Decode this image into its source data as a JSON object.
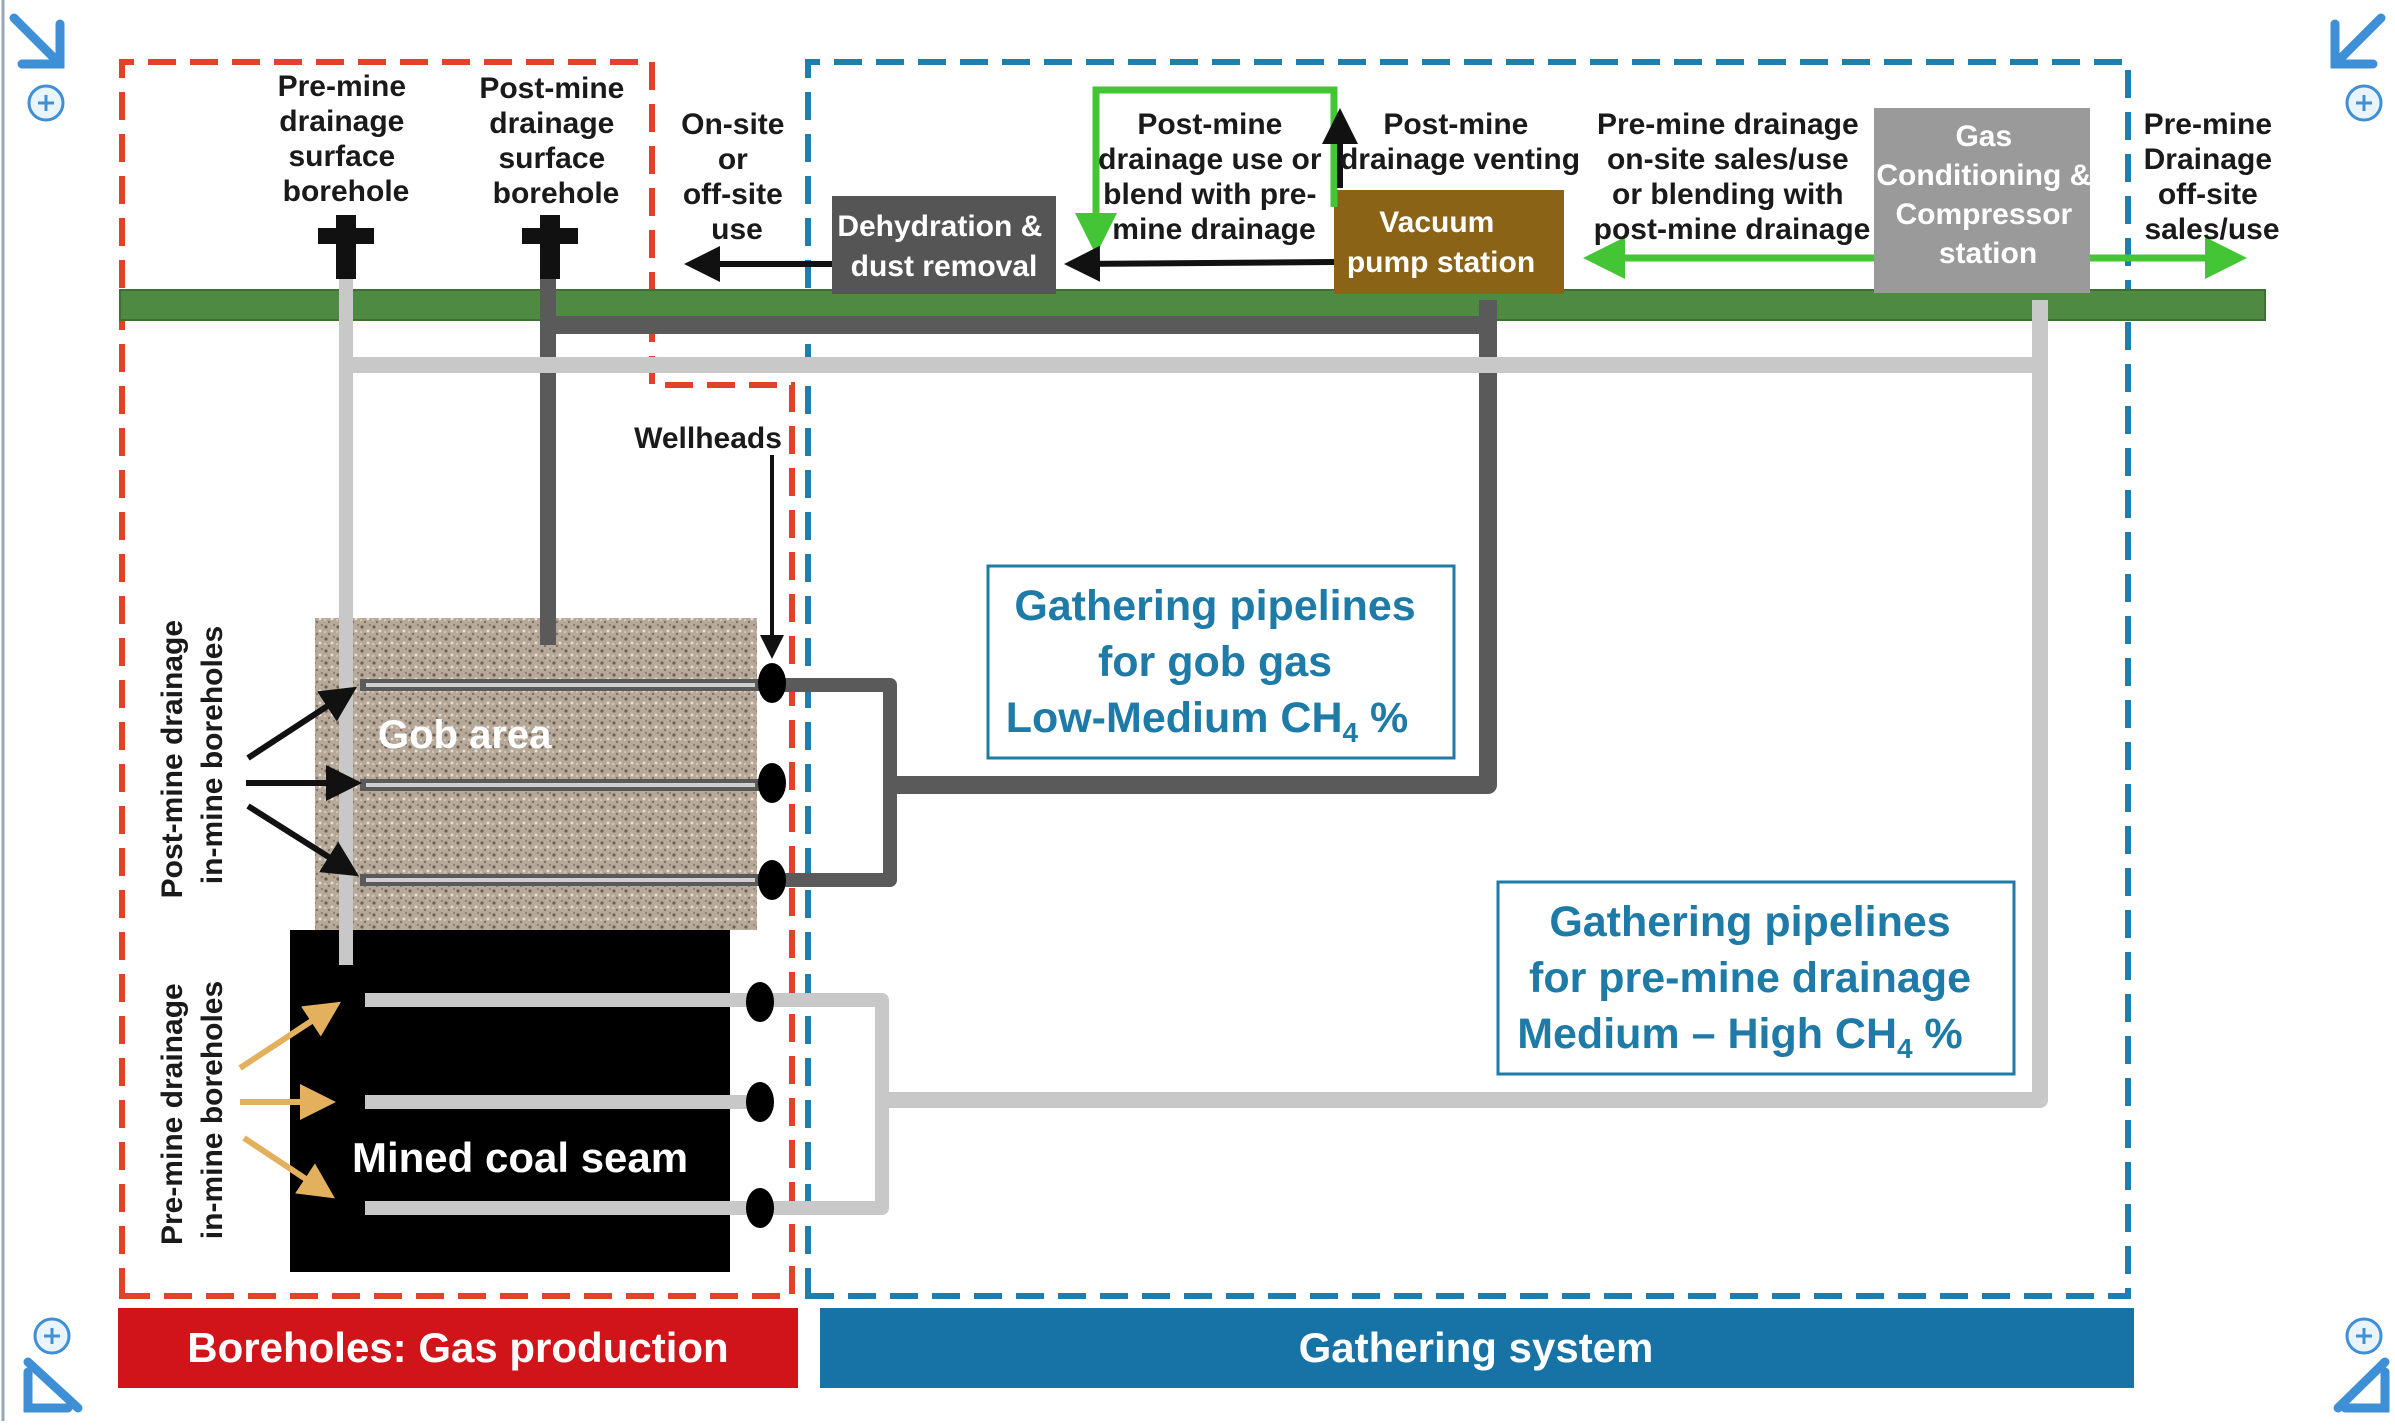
{
  "labels": {
    "pre_mine_surface": [
      "Pre-mine",
      "drainage",
      "surface",
      "borehole"
    ],
    "post_mine_surface": [
      "Post-mine",
      "drainage",
      "surface",
      "borehole"
    ],
    "on_site": [
      "On-site",
      "or",
      "off-site",
      "use"
    ],
    "post_mine_use": [
      "Post-mine",
      "drainage use or",
      "blend with pre-",
      "mine drainage"
    ],
    "post_mine_venting": [
      "Post-mine",
      "drainage venting"
    ],
    "pre_mine_onsite": [
      "Pre-mine drainage",
      "on-site sales/use",
      "or blending with",
      "post-mine drainage"
    ],
    "pre_mine_offsite": [
      "Pre-mine",
      "Drainage",
      "off-site",
      "sales/use"
    ],
    "dehydration": [
      "Dehydration &",
      "dust removal"
    ],
    "vacuum": [
      "Vacuum",
      "pump station"
    ],
    "compressor": [
      "Gas",
      "Conditioning &",
      "Compressor",
      "station"
    ],
    "wellheads": "Wellheads",
    "gob_area": "Gob area",
    "mined_coal_seam": "Mined coal seam",
    "post_mine_inmine": [
      "Post-mine drainage",
      "in-mine boreholes"
    ],
    "pre_mine_inmine": [
      "Pre-mine drainage",
      "in-mine boreholes"
    ],
    "gob_pipelines": {
      "line1": "Gathering pipelines",
      "line2": "for gob gas",
      "line3": "Low-Medium CH",
      "sub": "4",
      "suffix": " %"
    },
    "pre_pipelines": {
      "line1": "Gathering pipelines",
      "line2": "for pre-mine drainage",
      "line3": "Medium – High CH",
      "sub": "4",
      "suffix": " %"
    },
    "band_left": "Boreholes: Gas production",
    "band_right": "Gathering system"
  },
  "icons": [
    "collapse-arrow-icon",
    "zoom-in-icon"
  ],
  "colors": {
    "red_dash": "#e2412a",
    "blue_dash": "#1d7fae",
    "ground": "#4f8a43",
    "green_flow": "#43c536",
    "dark_gray": "#5a5a5a",
    "light_gray": "#c8c8c8",
    "vacuum": "#8a6317",
    "compressor": "#9a9a9a",
    "band_left": "#d0141a",
    "band_right": "#1773a6"
  }
}
